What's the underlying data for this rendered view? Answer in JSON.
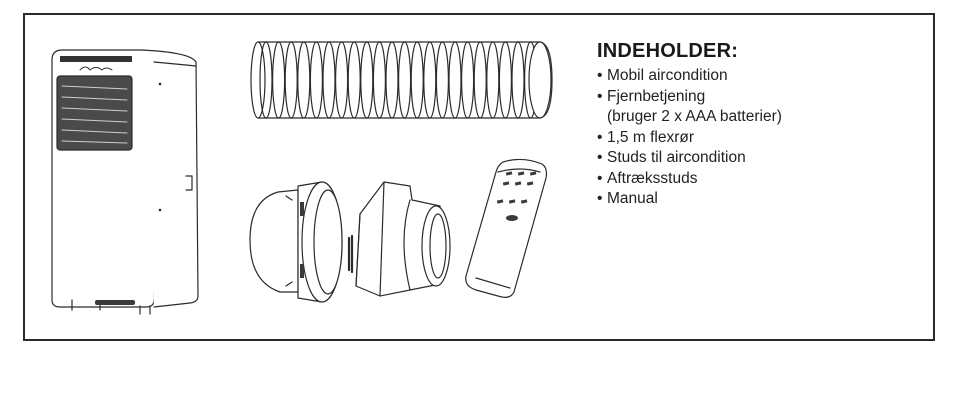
{
  "header": {
    "title": "INDEHOLDER:"
  },
  "items": [
    {
      "bullet": "•",
      "text": "Mobil aircondition"
    },
    {
      "bullet": "•",
      "text": "Fjernbetjening"
    },
    {
      "bullet": "",
      "text": "(bruger 2 x AAA batterier)"
    },
    {
      "bullet": "•",
      "text": "1,5 m flexrør"
    },
    {
      "bullet": "•",
      "text": "Studs til aircondition"
    },
    {
      "bullet": "•",
      "text": "Aftræksstuds"
    },
    {
      "bullet": "•",
      "text": "Manual"
    }
  ],
  "illustrations": {
    "ac_unit": "portable-air-conditioner-icon",
    "hose": "flex-hose-icon",
    "window_adapter": "window-adapter-icon",
    "exhaust_nozzle": "exhaust-nozzle-icon",
    "remote": "remote-control-icon"
  },
  "colors": {
    "line": "#2b2b2b",
    "fill": "#ffffff",
    "shade": "#3a3a3a"
  }
}
